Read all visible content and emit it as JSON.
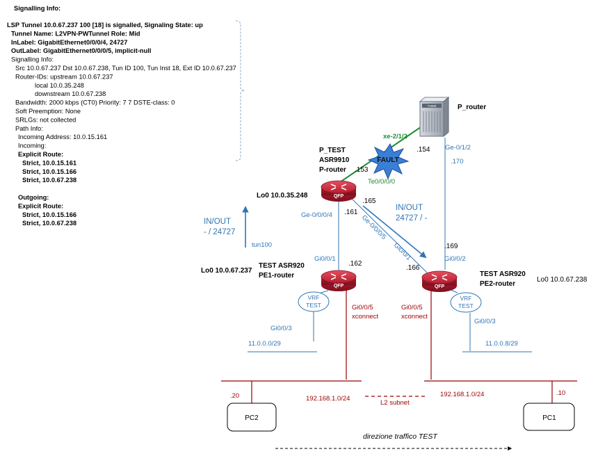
{
  "signalling": {
    "header": "Signalling Info:",
    "lines": [
      {
        "text": "LSP Tunnel 10.0.67.237 100 [18] is signalled, Signaling State: up",
        "bold": true,
        "indent": 0
      },
      {
        "text": "Tunnel Name: L2VPN-PWTunnel Role: Mid",
        "bold": true,
        "indent": 6
      },
      {
        "text": "InLabel: GigabitEthernet0/0/0/4, 24727",
        "bold": true,
        "indent": 6
      },
      {
        "text": "OutLabel: GigabitEthernet0/0/0/5, implicit-null",
        "bold": true,
        "indent": 6
      },
      {
        "text": "Signalling Info:",
        "bold": false,
        "indent": 6
      },
      {
        "text": "Src 10.0.67.237 Dst 10.0.67.238, Tun ID 100, Tun Inst 18, Ext ID 10.0.67.237",
        "bold": false,
        "indent": 12
      },
      {
        "text": "Router-IDs: upstream  10.0.67.237",
        "bold": false,
        "indent": 12
      },
      {
        "text": "local     10.0.35.248",
        "bold": false,
        "indent": 40
      },
      {
        "text": "downstream 10.0.67.238",
        "bold": false,
        "indent": 40
      },
      {
        "text": "Bandwidth: 2000 kbps (CT0) Priority:  7  7 DSTE-class: 0",
        "bold": false,
        "indent": 12
      },
      {
        "text": "Soft Preemption: None",
        "bold": false,
        "indent": 12
      },
      {
        "text": "SRLGs: not collected",
        "bold": false,
        "indent": 12
      },
      {
        "text": "Path Info:",
        "bold": false,
        "indent": 12
      },
      {
        "text": "Incoming Address: 10.0.15.161",
        "bold": false,
        "indent": 16
      },
      {
        "text": "Incoming:",
        "bold": false,
        "indent": 16
      },
      {
        "text": "Explicit Route:",
        "bold": true,
        "indent": 16
      },
      {
        "text": "Strict, 10.0.15.161",
        "bold": true,
        "indent": 22
      },
      {
        "text": "Strict, 10.0.15.166",
        "bold": true,
        "indent": 22
      },
      {
        "text": "Strict, 10.0.67.238",
        "bold": true,
        "indent": 22
      },
      {
        "text": "",
        "bold": false,
        "indent": 0
      },
      {
        "text": "Outgoing:",
        "bold": true,
        "indent": 16
      },
      {
        "text": "Explicit Route:",
        "bold": true,
        "indent": 16
      },
      {
        "text": "Strict, 10.0.15.166",
        "bold": true,
        "indent": 22
      },
      {
        "text": "Strict, 10.0.67.238",
        "bold": true,
        "indent": 22
      }
    ]
  },
  "p_router": {
    "name": "P_router",
    "device_text": "T1600"
  },
  "p_test": {
    "name": "P_TEST",
    "model": "ASR9910",
    "role": "P-router",
    "lo": "Lo0 10.0.35.248",
    "chip": "QFP"
  },
  "pe1": {
    "model": "TEST ASR920",
    "role": "PE1-router",
    "lo": "Lo0 10.0.67.237",
    "chip": "QFP"
  },
  "pe2": {
    "model": "TEST ASR920",
    "role": "PE2-router",
    "lo": "Lo0 10.0.67.238",
    "chip": "QFP"
  },
  "fault_label": "FAULT",
  "interfaces": {
    "p_router_xe": "xe-2/1/2",
    "p_router_xe_ip": ".154",
    "p_router_ge": "Ge-0/1/2",
    "p_router_ge_ip": ".170",
    "p_test_te": "Te0/0/0/0",
    "p_test_te_ip": ".153",
    "p_test_ge4": "Ge-0/0/0/4",
    "p_test_ge4_ip": ".161",
    "p_test_ge5": "Ge-0/0/0/5",
    "p_test_ge5_ip": ".165",
    "pe1_gi01": "Gi0/0/1",
    "pe1_gi01_ip": ".162",
    "pe1_gi03": "Gi0/0/3",
    "pe1_gi05": "Gi0/0/5",
    "pe2_gi01": "Gi0/0/1",
    "pe2_gi01_ip": ".166",
    "pe2_gi02": "Gi0/0/2",
    "pe2_gi02_ip": ".169",
    "pe2_gi03": "Gi0/0/3",
    "pe2_gi05": "Gi0/0/5"
  },
  "xconnect": "xconnect",
  "vrf_line1": "VRF",
  "vrf_line2": "TEST",
  "subnets": {
    "pe1_lan": "11.0.0.0/29",
    "pe2_lan": "11.0.0.8/29",
    "l2_left": "192.168.1.0/24",
    "l2_right": "192.168.1.0/24",
    "l2_label": "L2 subnet"
  },
  "labels_in": {
    "title": "IN/OUT",
    "value": "- / 24727",
    "tunnel": "tun100"
  },
  "labels_out": {
    "title": "IN/OUT",
    "value": "24727 / -"
  },
  "pc2": {
    "name": "PC2",
    "ip": ".20"
  },
  "pc1": {
    "name": "PC1",
    "ip": ".10"
  },
  "direction": "direzione traffico TEST",
  "colors": {
    "blue": "#2e75b6",
    "red": "#9b0000",
    "green": "#1e8a32",
    "fault": "#3a7fd5",
    "router": "#c0273a"
  }
}
